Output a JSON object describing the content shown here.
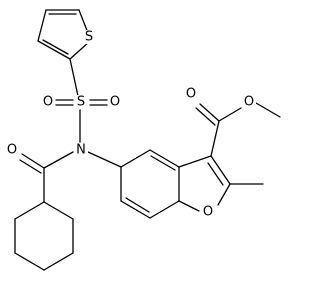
{
  "molecule": {
    "atoms": {
      "thiophene_s": "S",
      "sulfonyl_s": "S",
      "sulfonyl_o_left": "O",
      "sulfonyl_o_right": "O",
      "amide_n": "N",
      "amide_o": "O",
      "ester_o_carbonyl": "O",
      "ester_o_ether": "O",
      "furan_o": "O"
    }
  }
}
